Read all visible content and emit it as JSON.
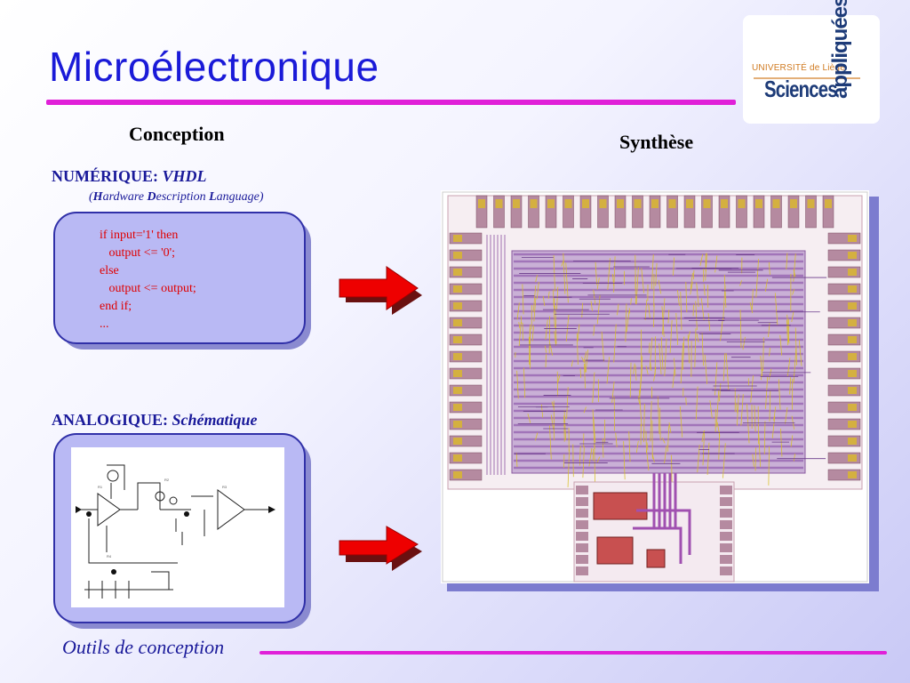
{
  "slide": {
    "title": "Microélectronique",
    "logo": {
      "line1": "UNIVERSITÉ de Liège",
      "line2": "Sciences",
      "line3": "appliquées"
    },
    "left_heading": "Conception",
    "right_heading": "Synthèse",
    "numerique": {
      "label": "NUMÉRIQUE:",
      "label_italic": "VHDL",
      "sub": [
        {
          "text": "(",
          "b": false
        },
        {
          "text": "H",
          "b": true
        },
        {
          "text": "ardware ",
          "b": false
        },
        {
          "text": "D",
          "b": true
        },
        {
          "text": "escription ",
          "b": false
        },
        {
          "text": "L",
          "b": true
        },
        {
          "text": "anguage)",
          "b": false
        }
      ]
    },
    "code_lines": [
      "if input='1' then",
      "   output <= '0';",
      "else",
      "   output <= output;",
      "end if;",
      "..."
    ],
    "analogique": {
      "label": "ANALOGIQUE:",
      "label_italic": "Schématique"
    },
    "footer": "Outils de conception",
    "colors": {
      "title": "#1a1ad8",
      "rule": "#e020d8",
      "box": "#b9b9f4",
      "code": "#e00000",
      "arrow": "#ee0000"
    }
  }
}
